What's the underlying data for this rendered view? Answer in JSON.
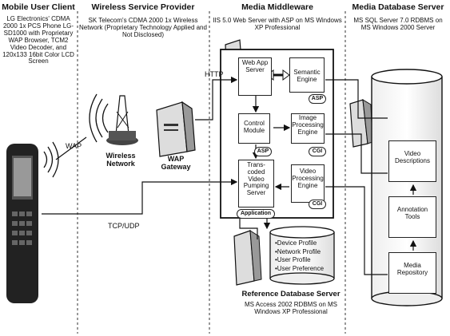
{
  "columns": {
    "client": {
      "title": "Mobile User Client",
      "desc": "LG Electronics' CDMA 2000 1x PCS Phone LG-SD1000 with Proprietary WAP Browser, TCM2 Video Decoder, and 120x133 16bit Color LCD Screen"
    },
    "wireless": {
      "title": "Wireless Service Provider",
      "desc": "SK Telecom's CDMA 2000 1x Wireless Network (Proprietary Technology Applied and Not Disclosed)"
    },
    "middleware": {
      "title": "Media Middleware",
      "desc": "IIS 5.0 Web Server with ASP on MS Windows XP Professional"
    },
    "database": {
      "title": "Media Database Server",
      "desc": "MS SQL Server 7.0 RDBMS on MS Windows 2000 Server"
    }
  },
  "labels": {
    "wap": "WAP",
    "http": "HTTP",
    "tcpudp": "TCP/UDP",
    "wireless_network": "Wireless Network",
    "wap_gateway": "WAP Gateway"
  },
  "middleware_modules": {
    "web_app_server": "Web App Server",
    "semantic_engine": "Semantic Engine",
    "control_module": "Control Module",
    "image_engine": "Image Processing Engine",
    "transcoded_video": "Trans-coded Video Pumping Server",
    "video_engine": "Video Processing Engine"
  },
  "badges": {
    "asp1": "ASP",
    "asp2": "ASP",
    "cgi1": "CGI",
    "cgi2": "CGI",
    "application": "Application"
  },
  "db_modules": {
    "video_descriptions": "Video Descriptions",
    "annotation_tools": "Annotation Tools",
    "media_repository": "Media Repository"
  },
  "reference_db": {
    "title": "Reference Database Server",
    "desc": "MS Access 2002 RDBMS on MS Windows XP Professional",
    "items": [
      "•Device Profile",
      "•Network Profile",
      "•User Profile",
      "•User Preference"
    ]
  }
}
